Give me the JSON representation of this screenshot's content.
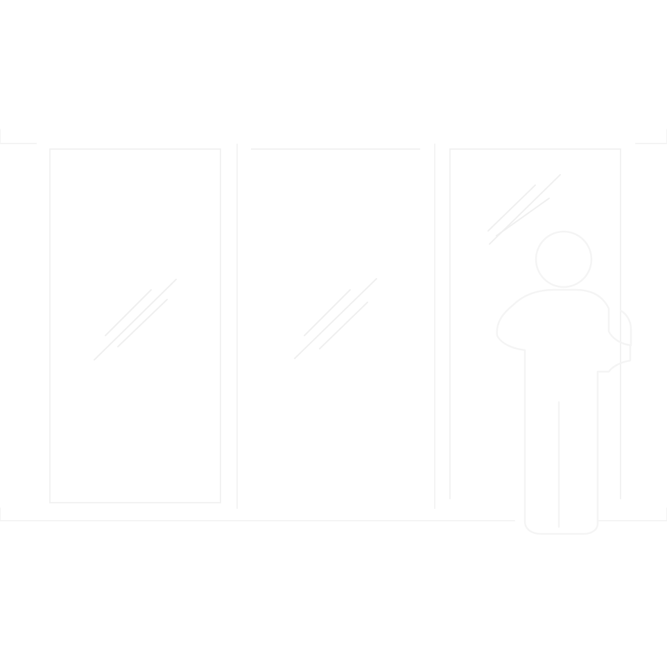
{
  "icon": {
    "name": "window-with-person-icon",
    "description_text": "",
    "colors": {
      "background": "#ffffff",
      "line": "#f4f4f4",
      "line_faint": "#efefef"
    },
    "panes": [
      {
        "id": "left",
        "has_reflection": true
      },
      {
        "id": "middle",
        "has_reflection": true
      },
      {
        "id": "right",
        "has_reflection": true,
        "has_person": true
      }
    ]
  }
}
